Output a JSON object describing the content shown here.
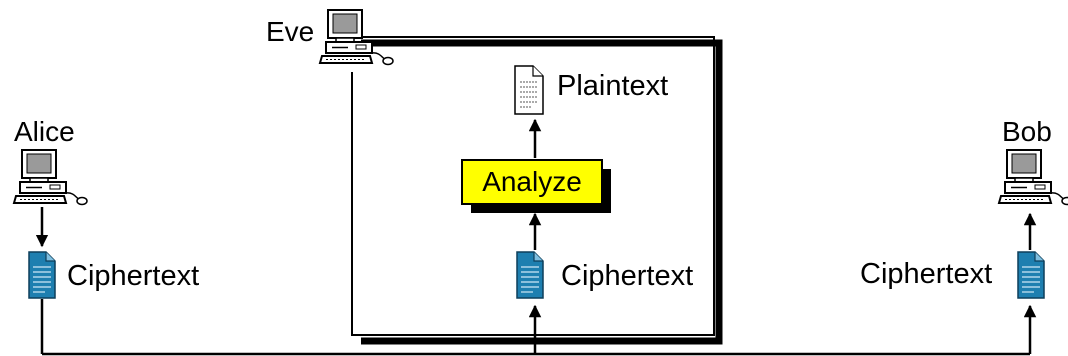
{
  "diagram": {
    "eve": {
      "label": "Eve"
    },
    "alice": {
      "label": "Alice"
    },
    "bob": {
      "label": "Bob"
    },
    "analyze": {
      "label": "Analyze"
    },
    "plaintext": {
      "label": "Plaintext"
    },
    "ciphertext_alice": {
      "label": "Ciphertext"
    },
    "ciphertext_eve": {
      "label": "Ciphertext"
    },
    "ciphertext_bob": {
      "label": "Ciphertext"
    },
    "colors": {
      "document_blue": "#1e7fb0",
      "analyze_box_yellow": "#ffff00",
      "line_black": "#000000"
    }
  }
}
